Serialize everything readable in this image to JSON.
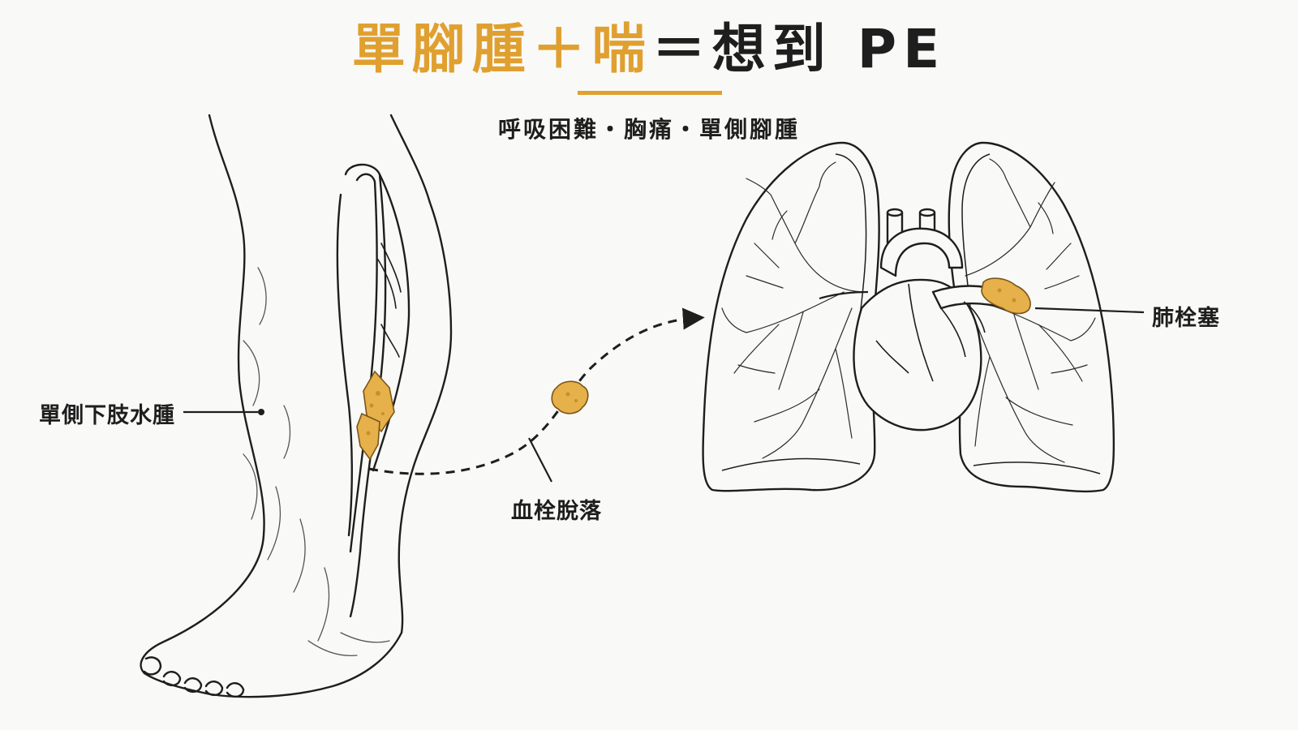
{
  "title": {
    "part1": "單腳腫＋喘",
    "part2": "＝想到 PE"
  },
  "subtitle": "呼吸困難・胸痛・單側腳腫",
  "labels": {
    "leg_swelling": "單側下肢水腫",
    "clot_dislodged": "血栓脫落",
    "pulmonary_embolism": "肺栓塞"
  },
  "colors": {
    "accent": "#e0a030",
    "clot": "#e6b04a",
    "ink": "#1e1e1e"
  }
}
